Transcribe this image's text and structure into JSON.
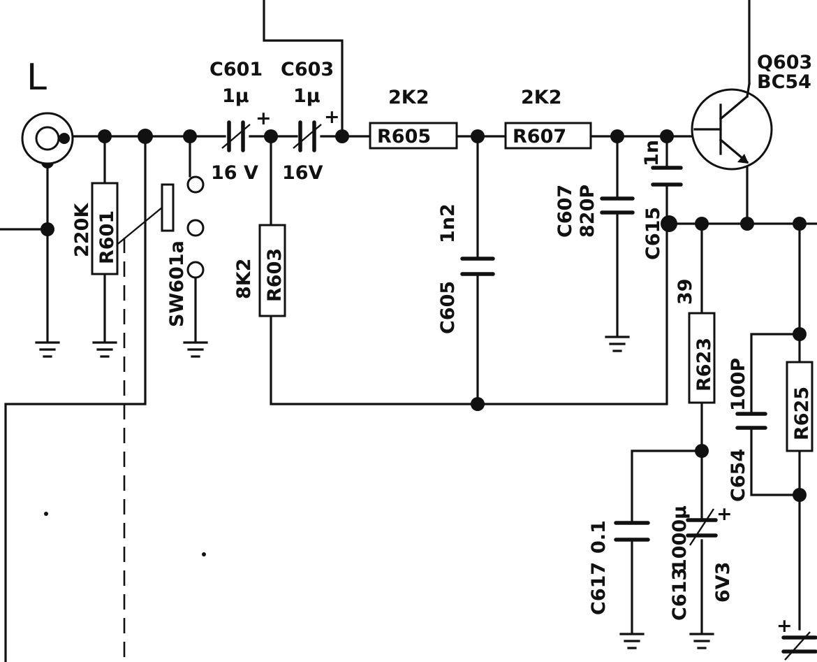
{
  "channel": "L",
  "components": {
    "C601": {
      "ref": "C601",
      "value": "1μ",
      "voltage": "16 V"
    },
    "C603": {
      "ref": "C603",
      "value": "1μ",
      "voltage": "16V"
    },
    "R601": {
      "ref": "R601",
      "value": "220K"
    },
    "SW601": {
      "ref": "SW601a"
    },
    "R603": {
      "ref": "R603",
      "value": "8K2"
    },
    "R605": {
      "ref": "R605",
      "value": "2K2"
    },
    "R607": {
      "ref": "R607",
      "value": "2K2"
    },
    "C605": {
      "ref": "C605",
      "value": "1n2"
    },
    "C607": {
      "ref": "C607",
      "value": "820P"
    },
    "C615": {
      "ref": "C615",
      "value": "1n"
    },
    "Q603": {
      "ref": "Q603",
      "type": "BC54"
    },
    "R623": {
      "ref": "R623",
      "value": "39"
    },
    "R625": {
      "ref": "R625"
    },
    "C654": {
      "ref": "C654",
      "value": "100P"
    },
    "C617": {
      "ref": "C617",
      "value": "0.1"
    },
    "C613": {
      "ref": "C613",
      "value": "1000μ",
      "voltage": "6V3"
    }
  },
  "symbols": {
    "plus": "+"
  },
  "icons": [
    "jack-icon",
    "ground-icon",
    "transistor-icon",
    "switch-icon"
  ]
}
